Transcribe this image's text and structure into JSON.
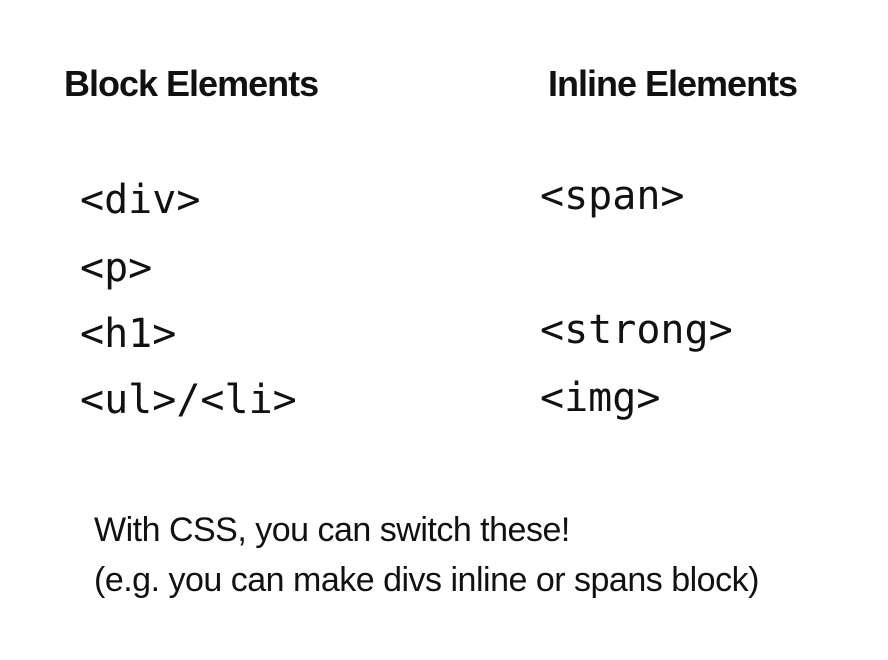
{
  "headings": {
    "block": "Block Elements",
    "inline": "Inline Elements"
  },
  "block_elements": [
    "<div>",
    "<p>",
    "<h1>",
    "<ul>/<li>"
  ],
  "inline_elements": [
    "<span>",
    "<strong>",
    "<img>"
  ],
  "note": {
    "line1": "With CSS, you can switch these!",
    "line2": "(e.g. you can make divs inline or spans block)"
  }
}
